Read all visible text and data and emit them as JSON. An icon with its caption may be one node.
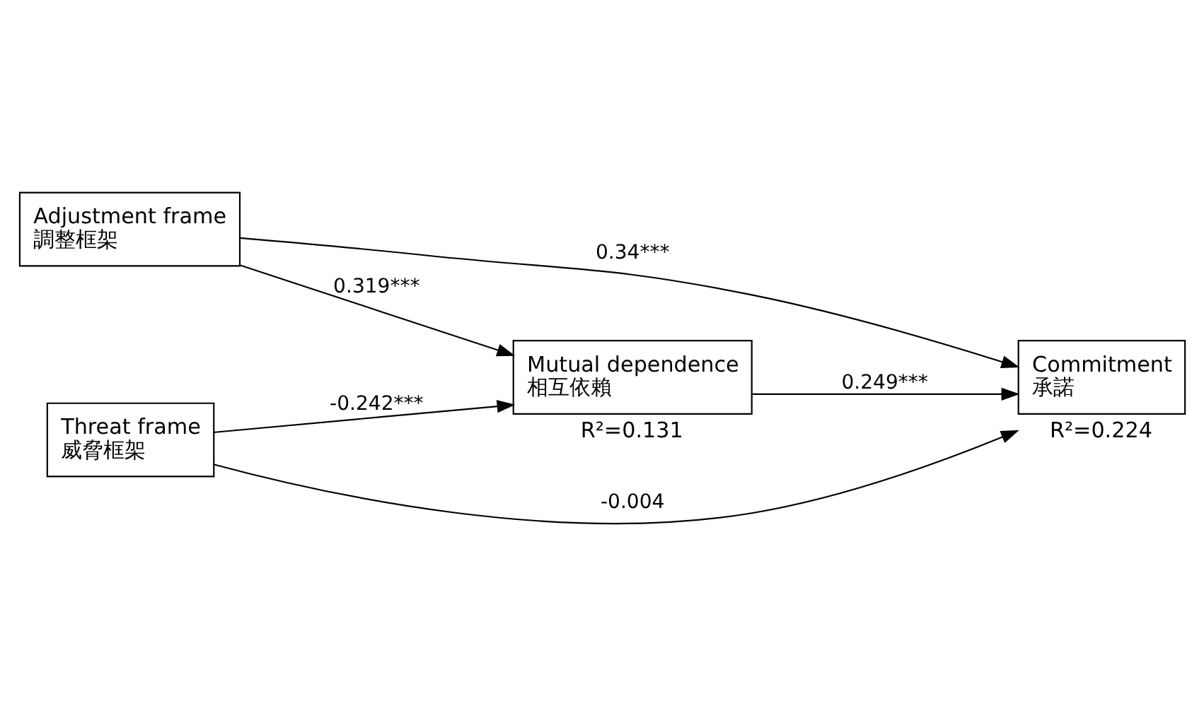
{
  "diagram": {
    "nodes": [
      {
        "text": [
          "Adjustment frame",
          "調整框架"
        ]
      },
      {
        "text": [
          "Mutual dependence",
          "相互依賴"
        ],
        "beside": [
          "R²=0.131"
        ]
      },
      {
        "text": [
          "Commitment",
          "承諾"
        ],
        "beside": [
          "R²=0.224"
        ]
      },
      {
        "text": [
          "Threat frame",
          "威脅框架"
        ]
      }
    ],
    "edges": [
      {
        "from": 0,
        "to": 2,
        "arrow": "to",
        "label": "0.34***"
      },
      {
        "from": 0,
        "to": 1,
        "arrow": "to",
        "label": "0.319***"
      },
      {
        "from": 1,
        "to": 2,
        "arrow": "to",
        "label": "0.249***"
      },
      {
        "from": 3,
        "to": 1,
        "arrow": "to",
        "label": "-0.242***"
      },
      {
        "from": 3,
        "to": 2,
        "arrow": "to",
        "label": "-0.004"
      }
    ]
  }
}
